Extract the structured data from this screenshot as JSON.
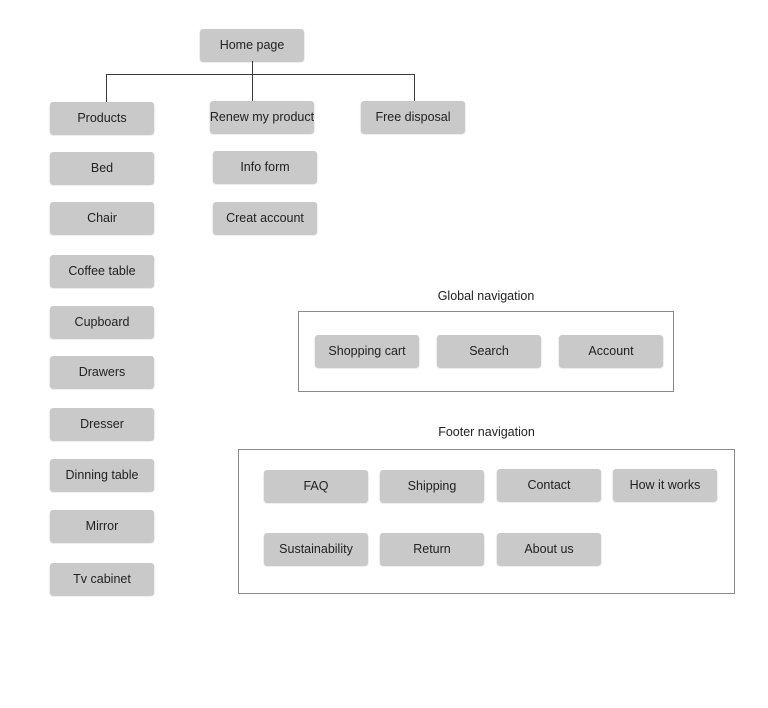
{
  "sitemap": {
    "root": {
      "label": "Home page"
    },
    "branches": [
      {
        "label": "Products",
        "children": [
          "Bed",
          "Chair",
          "Coffee table",
          "Cupboard",
          "Drawers",
          "Dresser",
          "Dinning table",
          "Mirror",
          "Tv cabinet"
        ]
      },
      {
        "label": "Renew my product",
        "children": [
          "Info form",
          "Creat account"
        ]
      },
      {
        "label": "Free disposal",
        "children": []
      }
    ]
  },
  "global_navigation": {
    "title": "Global navigation",
    "items": [
      "Shopping cart",
      "Search",
      "Account"
    ]
  },
  "footer_navigation": {
    "title": "Footer navigation",
    "items": [
      "FAQ",
      "Shipping",
      "Contact",
      "How it works",
      "Sustainability",
      "Return",
      "About us"
    ]
  }
}
